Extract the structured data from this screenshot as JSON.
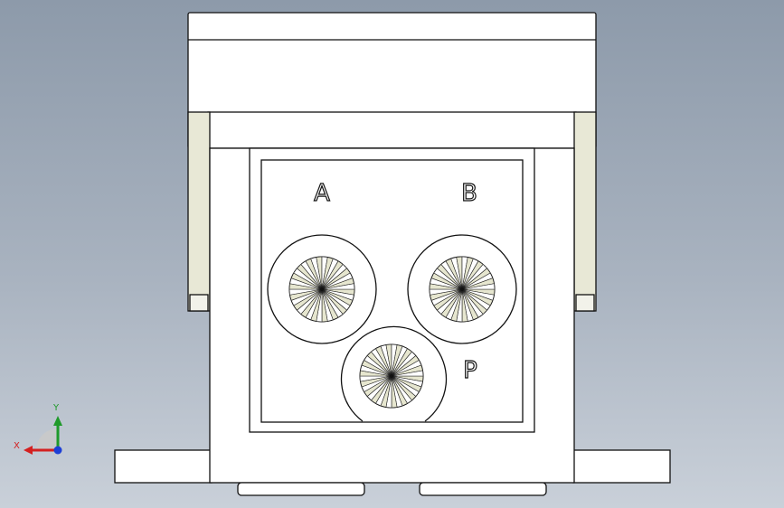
{
  "viewport": {
    "background_top": "#8d9aaa",
    "background_bottom": "#c9d0d9"
  },
  "model": {
    "part_fill": "#ffffff",
    "edge_color": "#111111",
    "side_pad_fill": "#e8e8d6",
    "fan_fill": "#e6e6cf",
    "port_labels": {
      "a": "A",
      "b": "B",
      "p": "P"
    }
  },
  "triad": {
    "x_label": "X",
    "y_label": "Y",
    "x_color": "#d42020",
    "y_color": "#1f9a2a",
    "z_color": "#1c3fd6"
  }
}
